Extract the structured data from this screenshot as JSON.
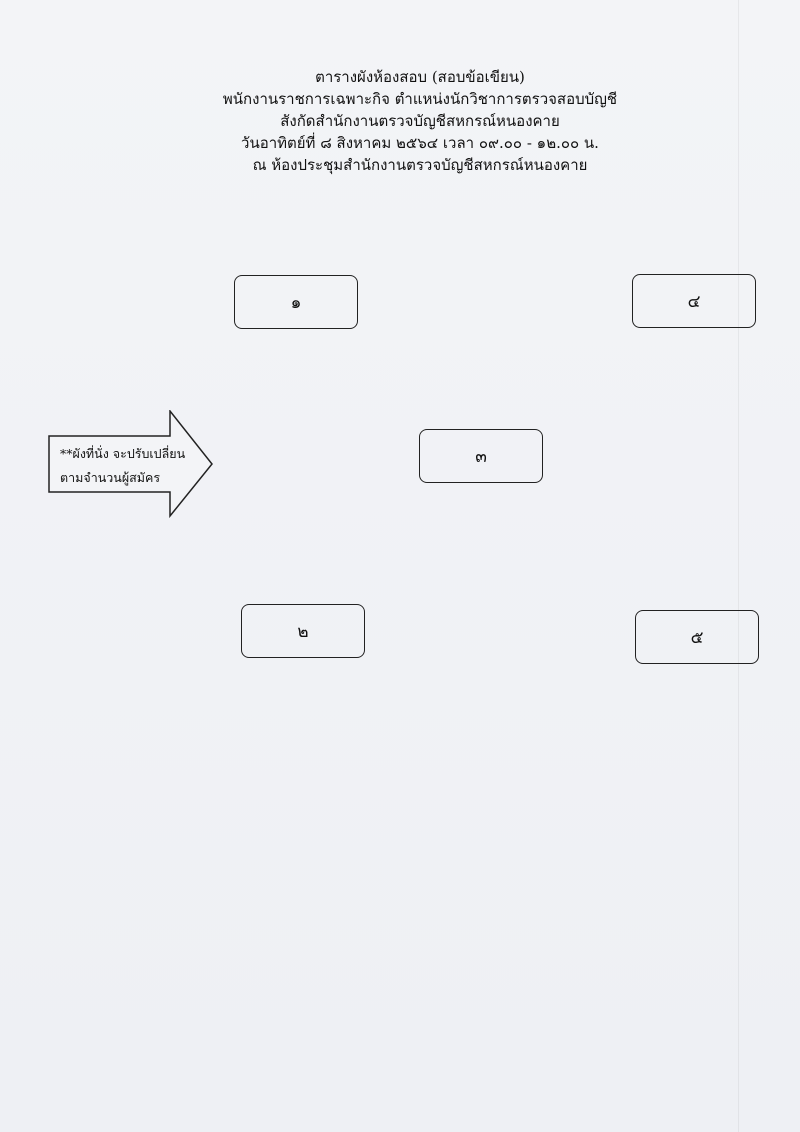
{
  "header": {
    "lines": [
      "ตารางผังห้องสอบ (สอบข้อเขียน)",
      "พนักงานราชการเฉพาะกิจ ตำแหน่งนักวิชาการตรวจสอบบัญชี",
      "สังกัดสำนักงานตรวจบัญชีสหกรณ์หนองคาย",
      "วันอาทิตย์ที่ ๘ สิงหาคม ๒๕๖๔ เวลา ๐๙.๐๐ - ๑๒.๐๐ น.",
      "ณ ห้องประชุมสำนักงานตรวจบัญชีสหกรณ์หนองคาย"
    ]
  },
  "note": {
    "line1": "**ผังที่นั่ง จะปรับเปลี่ยน",
    "line2": "ตามจำนวนผู้สมัคร"
  },
  "seats": {
    "seat1": "๑",
    "seat2": "๒",
    "seat3": "๓",
    "seat4": "๔",
    "seat5": "๕"
  }
}
